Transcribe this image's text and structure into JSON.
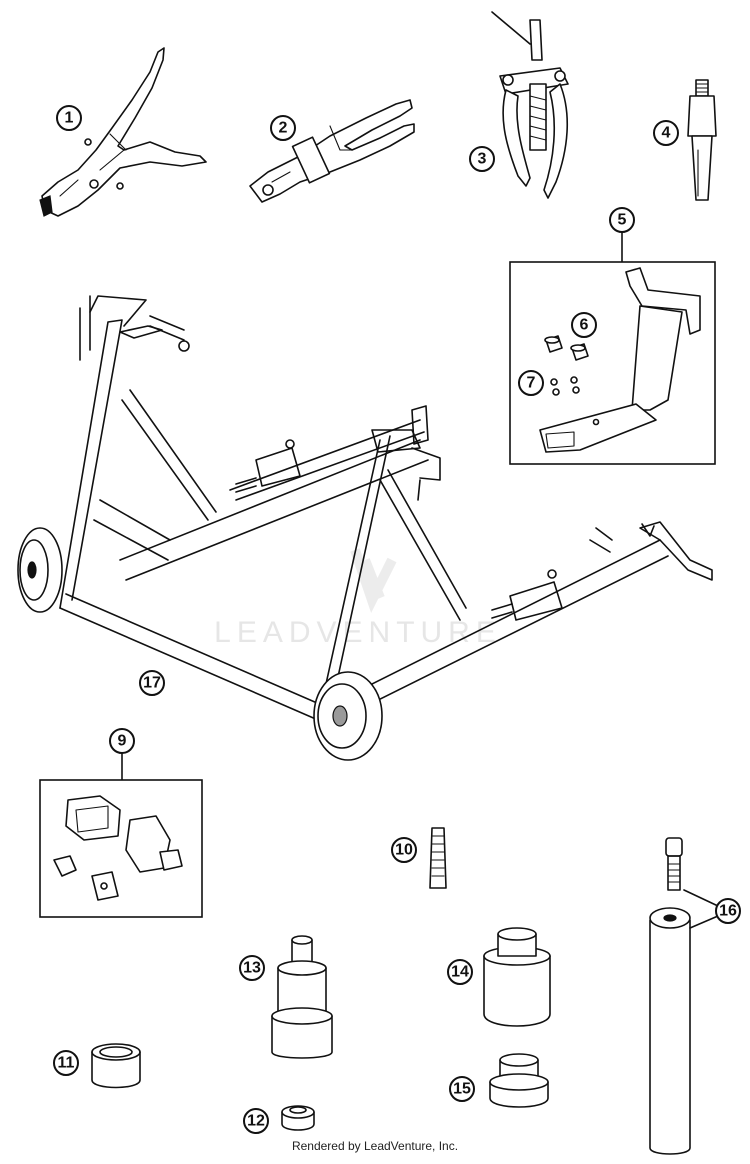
{
  "watermark": "LEADVENTURE",
  "credit": "Rendered by LeadVenture, Inc.",
  "callouts": {
    "c1": "1",
    "c2": "2",
    "c3": "3",
    "c4": "4",
    "c5": "5",
    "c6": "6",
    "c7": "7",
    "c9": "9",
    "c10": "10",
    "c11": "11",
    "c12": "12",
    "c13": "13",
    "c14": "14",
    "c15": "15",
    "c16": "16",
    "c17": "17"
  }
}
